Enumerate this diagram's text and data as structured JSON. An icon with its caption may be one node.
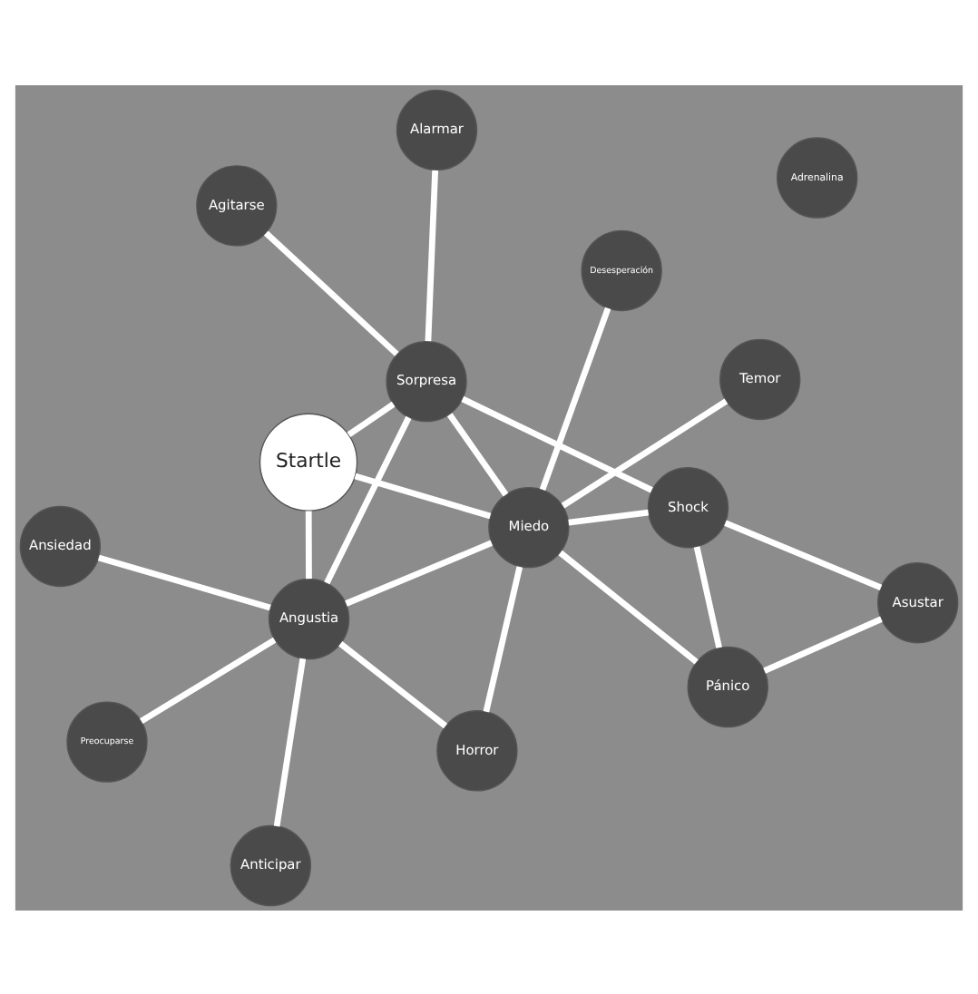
{
  "diagram": {
    "nodes": [
      {
        "text": [
          "Startle"
        ]
      },
      {
        "text": [
          "Miedo"
        ]
      },
      {
        "text": [
          "Angustia"
        ]
      },
      {
        "text": [
          "Sorpresa"
        ]
      },
      {
        "text": [
          "Temor"
        ]
      },
      {
        "text": [
          "Desesperación"
        ]
      },
      {
        "text": [
          "Horror"
        ]
      },
      {
        "text": [
          "Preocuparse"
        ]
      },
      {
        "text": [
          "Pánico"
        ]
      },
      {
        "text": [
          "Shock"
        ]
      },
      {
        "text": [
          "Asustar"
        ]
      },
      {
        "text": [
          "Ansiedad"
        ]
      },
      {
        "text": [
          "Anticipar"
        ]
      },
      {
        "text": [
          "Alarmar"
        ]
      },
      {
        "text": [
          "Agitarse"
        ]
      },
      {
        "text": [
          "Adrenalina"
        ]
      }
    ],
    "edges": [
      {
        "from": 0,
        "to": 1,
        "arrow": "none"
      },
      {
        "from": 0,
        "to": 2,
        "arrow": "none"
      },
      {
        "from": 0,
        "to": 3,
        "arrow": "none"
      },
      {
        "from": 1,
        "to": 4,
        "arrow": "none"
      },
      {
        "from": 1,
        "to": 5,
        "arrow": "none"
      },
      {
        "from": 1,
        "to": 6,
        "arrow": "none"
      },
      {
        "from": 1,
        "to": 2,
        "arrow": "none"
      },
      {
        "from": 1,
        "to": 8,
        "arrow": "none"
      },
      {
        "from": 1,
        "to": 9,
        "arrow": "none"
      },
      {
        "from": 1,
        "to": 3,
        "arrow": "none"
      },
      {
        "from": 8,
        "to": 9,
        "arrow": "none"
      },
      {
        "from": 8,
        "to": 10,
        "arrow": "none"
      },
      {
        "from": 10,
        "to": 9,
        "arrow": "none"
      },
      {
        "from": 9,
        "to": 3,
        "arrow": "none"
      },
      {
        "from": 6,
        "to": 2,
        "arrow": "none"
      },
      {
        "from": 7,
        "to": 2,
        "arrow": "none"
      },
      {
        "from": 2,
        "to": 11,
        "arrow": "none"
      },
      {
        "from": 2,
        "to": 12,
        "arrow": "none"
      },
      {
        "from": 2,
        "to": 3,
        "arrow": "none"
      },
      {
        "from": 3,
        "to": 13,
        "arrow": "none"
      },
      {
        "from": 3,
        "to": 14,
        "arrow": "none"
      }
    ]
  }
}
